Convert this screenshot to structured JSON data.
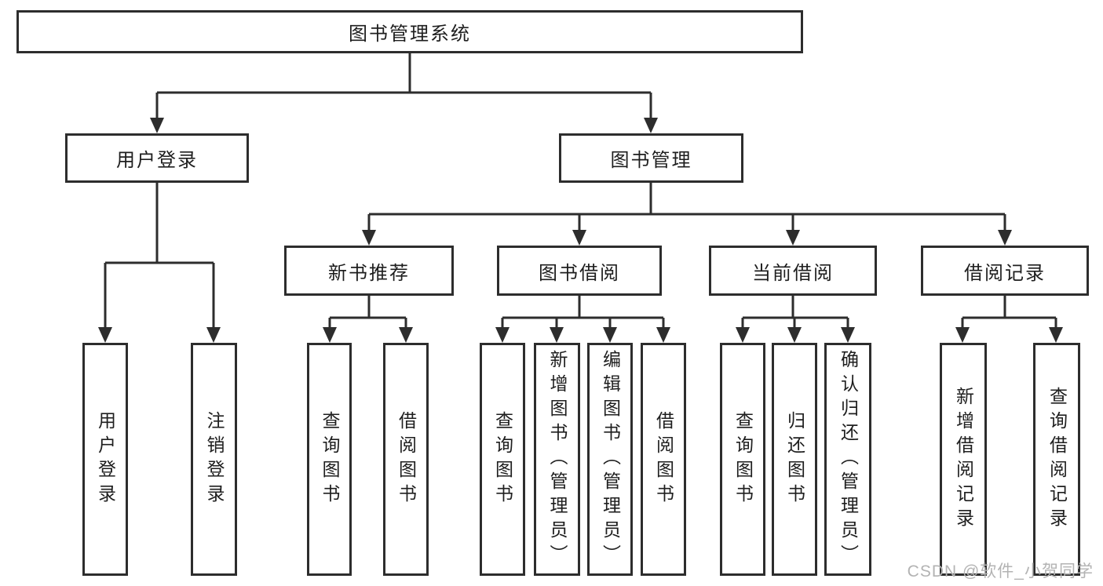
{
  "diagram": {
    "title": "图书管理系统",
    "colors": {
      "line": "#2d2d2d",
      "text": "#1e1e1e",
      "box_background": "#ffffff",
      "watermark": "#b3b3b3"
    },
    "root": {
      "label": "图书管理系统"
    },
    "level2": [
      {
        "label": "用户登录"
      },
      {
        "label": "图书管理"
      }
    ],
    "level3": [
      {
        "label": "新书推荐",
        "parent": "图书管理"
      },
      {
        "label": "图书借阅",
        "parent": "图书管理"
      },
      {
        "label": "当前借阅",
        "parent": "图书管理"
      },
      {
        "label": "借阅记录",
        "parent": "图书管理"
      }
    ],
    "leaves": [
      {
        "label": "用户登录",
        "parent": "用户登录"
      },
      {
        "label": "注销登录",
        "parent": "用户登录"
      },
      {
        "label": "查询图书",
        "parent": "新书推荐"
      },
      {
        "label": "借阅图书",
        "parent": "新书推荐"
      },
      {
        "label": "查询图书",
        "parent": "图书借阅"
      },
      {
        "label": "新增图书（管理员）",
        "parent": "图书借阅"
      },
      {
        "label": "编辑图书（管理员）",
        "parent": "图书借阅"
      },
      {
        "label": "借阅图书",
        "parent": "图书借阅"
      },
      {
        "label": "查询图书",
        "parent": "当前借阅"
      },
      {
        "label": "归还图书",
        "parent": "当前借阅"
      },
      {
        "label": "确认归还（管理员）",
        "parent": "当前借阅"
      },
      {
        "label": "新增借阅记录",
        "parent": "借阅记录"
      },
      {
        "label": "查询借阅记录",
        "parent": "借阅记录"
      }
    ]
  },
  "watermark": {
    "text": "CSDN @软件_小贺同学"
  }
}
